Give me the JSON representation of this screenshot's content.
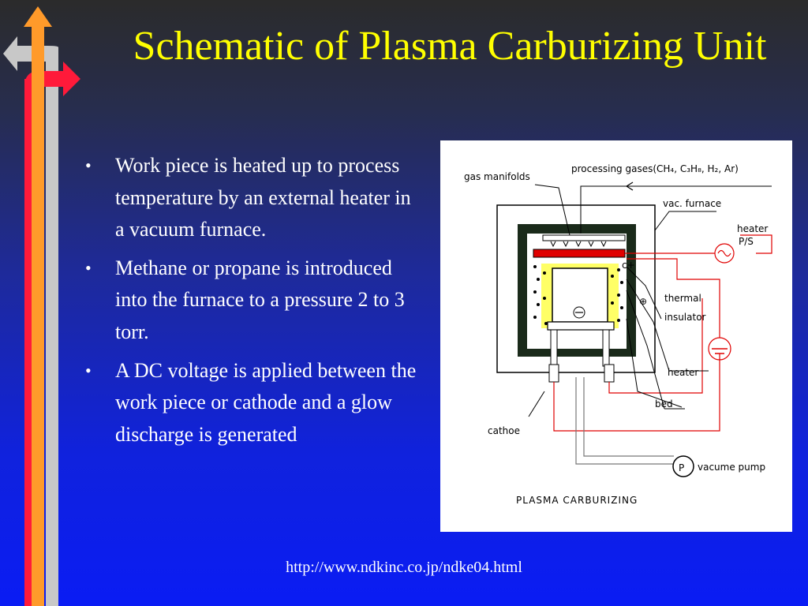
{
  "title": "Schematic of Plasma Carburizing Unit",
  "bullets": [
    "Work piece is heated up to process temperature by an external heater in a vacuum furnace.",
    "Methane or propane is introduced into the furnace to a pressure 2 to 3 torr.",
    "A DC voltage is applied between the work piece or cathode and  a glow discharge is generated"
  ],
  "bullet_symbol": "•",
  "figure": {
    "labels": {
      "processing_gases": "processing gases(CH₄, C₃H₈, H₂, Ar)",
      "gas_manifolds": "gas manifolds",
      "vac_furnace": "vac. furnace",
      "heater_ps_1": "heater",
      "heater_ps_2": "P/S",
      "thermal_1": "thermal",
      "thermal_2": "insulator",
      "heater": "heater",
      "bed": "bed",
      "cathoe": "cathoe",
      "vacuum_pump": "vacume pump",
      "caption": "PLASMA CARBURIZING",
      "pump_symbol": "P",
      "plus": "⊕",
      "minus": "⊖",
      "cplus": "c+"
    },
    "colors": {
      "red": "#e00000",
      "yellow": "#ffff66",
      "dark": "#1a2a1a",
      "gray": "#999999"
    }
  },
  "footer_url": "http://www.ndkinc.co.jp/ndke04.html"
}
